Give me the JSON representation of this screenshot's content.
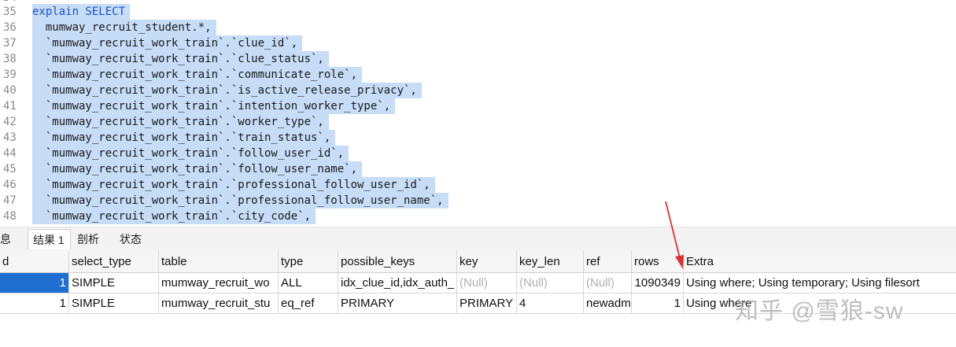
{
  "editor": {
    "lines": [
      {
        "num": "35",
        "text": "explain SELECT"
      },
      {
        "num": "36",
        "text": "  mumway_recruit_student.*,"
      },
      {
        "num": "37",
        "text": "  `mumway_recruit_work_train`.`clue_id`,"
      },
      {
        "num": "38",
        "text": "  `mumway_recruit_work_train`.`clue_status`,"
      },
      {
        "num": "39",
        "text": "  `mumway_recruit_work_train`.`communicate_role`,"
      },
      {
        "num": "40",
        "text": "  `mumway_recruit_work_train`.`is_active_release_privacy`,"
      },
      {
        "num": "41",
        "text": "  `mumway_recruit_work_train`.`intention_worker_type`,"
      },
      {
        "num": "42",
        "text": "  `mumway_recruit_work_train`.`worker_type`,"
      },
      {
        "num": "43",
        "text": "  `mumway_recruit_work_train`.`train_status`,"
      },
      {
        "num": "44",
        "text": "  `mumway_recruit_work_train`.`follow_user_id`,"
      },
      {
        "num": "45",
        "text": "  `mumway_recruit_work_train`.`follow_user_name`,"
      },
      {
        "num": "46",
        "text": "  `mumway_recruit_work_train`.`professional_follow_user_id`,"
      },
      {
        "num": "47",
        "text": "  `mumway_recruit_work_train`.`professional_follow_user_name`,"
      },
      {
        "num": "48",
        "text": "  `mumway_recruit_work_train`.`city_code`,"
      }
    ]
  },
  "tabs": {
    "info": "息",
    "result1": "结果 1",
    "profile": "剖析",
    "status": "状态"
  },
  "grid": {
    "headers": {
      "id": "d",
      "select_type": "select_type",
      "table": "table",
      "type": "type",
      "possible_keys": "possible_keys",
      "key": "key",
      "key_len": "key_len",
      "ref": "ref",
      "rows": "rows",
      "extra": "Extra"
    },
    "rows": [
      {
        "id": "1",
        "select_type": "SIMPLE",
        "table": "mumway_recruit_wo",
        "type": "ALL",
        "possible_keys": "idx_clue_id,idx_auth_",
        "key": "(Null)",
        "key_len": "(Null)",
        "ref": "(Null)",
        "rows": "1090349",
        "extra": "Using where; Using temporary; Using filesort"
      },
      {
        "id": "1",
        "select_type": "SIMPLE",
        "table": "mumway_recruit_stu",
        "type": "eq_ref",
        "possible_keys": "PRIMARY",
        "key": "PRIMARY",
        "key_len": "4",
        "ref": "newadm",
        "rows": "1",
        "extra": "Using where"
      }
    ]
  },
  "watermark": "知乎 @雪狼-sw",
  "colors": {
    "selection": "#c6dcf7",
    "keyword": "#1a4fd6",
    "arrow": "#e03030"
  }
}
